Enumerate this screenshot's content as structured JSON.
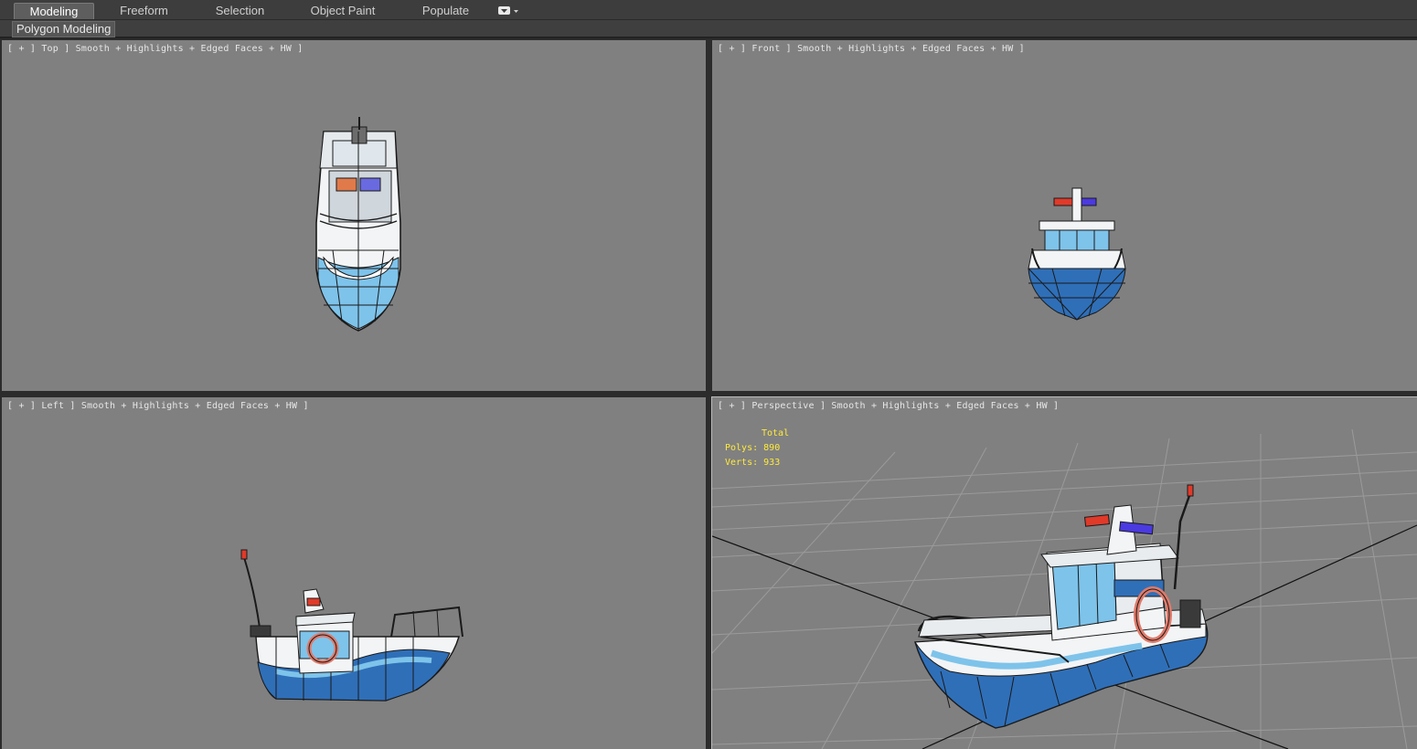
{
  "ribbon": {
    "tabs": [
      {
        "label": "Modeling",
        "active": true
      },
      {
        "label": "Freeform",
        "active": false
      },
      {
        "label": "Selection",
        "active": false
      },
      {
        "label": "Object Paint",
        "active": false
      },
      {
        "label": "Populate",
        "active": false
      }
    ],
    "dropdown_icon": "panel-dropdown-icon",
    "sub_panel_label": "Polygon Modeling"
  },
  "viewports": [
    {
      "id": "top",
      "label": "[ + ] Top ] Smooth + Highlights + Edged Faces + HW ]"
    },
    {
      "id": "front",
      "label": "[ + ] Front ] Smooth + Highlights + Edged Faces + HW ]"
    },
    {
      "id": "left",
      "label": "[ + ] Left ] Smooth + Highlights + Edged Faces + HW ]"
    },
    {
      "id": "perspective",
      "label": "[ + ] Perspective ] Smooth + Highlights + Edged Faces + HW ]"
    }
  ],
  "statistics": {
    "header": "Total",
    "polys_label": "Polys:",
    "polys_value": "890",
    "verts_label": "Verts:",
    "verts_value": "933"
  },
  "colors": {
    "viewport_bg": "#808080",
    "hull_blue": "#2f6fb8",
    "hull_light_blue": "#7ec3ea",
    "hull_white": "#f2f4f6",
    "wire": "#1a1a1a",
    "siren_red": "#e03a2a",
    "siren_blue": "#4a3ae0",
    "stats_yellow": "#ffea3a"
  }
}
